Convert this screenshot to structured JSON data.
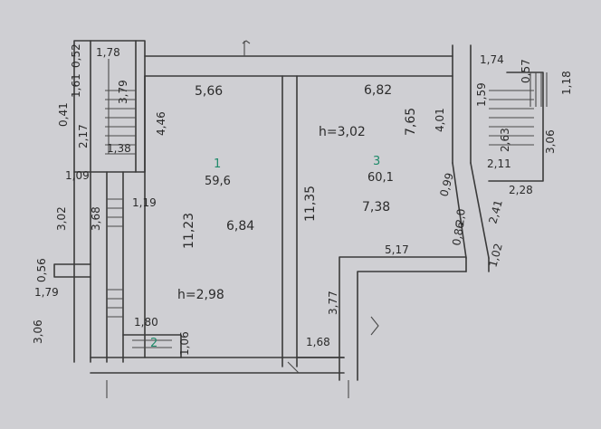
{
  "rooms": [
    {
      "number": "1",
      "area": "59,6",
      "height": "h=2,98"
    },
    {
      "number": "3",
      "area": "60,1",
      "height": "h=3,02"
    },
    {
      "number": "2"
    }
  ],
  "dims": {
    "top_room1": "5,66",
    "top_room3": "6,82",
    "room1_len": "11,23",
    "room1_width": "6,84",
    "wall_len": "11,35",
    "room3_len": "7,65",
    "room3_width": "7,38",
    "stair_top_w": "1,78",
    "stair_left_top": "0,52",
    "stair_161": "1,61",
    "stair_379": "3,79",
    "stair_041": "0,41",
    "stair_217": "2,17",
    "stair_446": "4,46",
    "stair_138": "1,38",
    "corr_109": "1,09",
    "corr_302": "3,02",
    "corr_368": "3,68",
    "corr_119": "1,19",
    "porch_056": "0,56",
    "porch_179": "1,79",
    "left_306": "3,06",
    "wc_180": "1,80",
    "wc_106": "1,06",
    "bottom_168": "1,68",
    "ext_377": "3,77",
    "ext_517": "5,17",
    "right_174": "1,74",
    "right_057": "0,57",
    "right_118": "1,18",
    "right_401": "4,01",
    "right_159": "1,59",
    "right_263": "2,63",
    "right_306": "3,06",
    "right_211": "2,11",
    "right_228": "2,28",
    "right_241": "2,41",
    "right_099": "0,99",
    "right_200": "2,0",
    "right_086": "0,86",
    "right_102": "1,02"
  }
}
